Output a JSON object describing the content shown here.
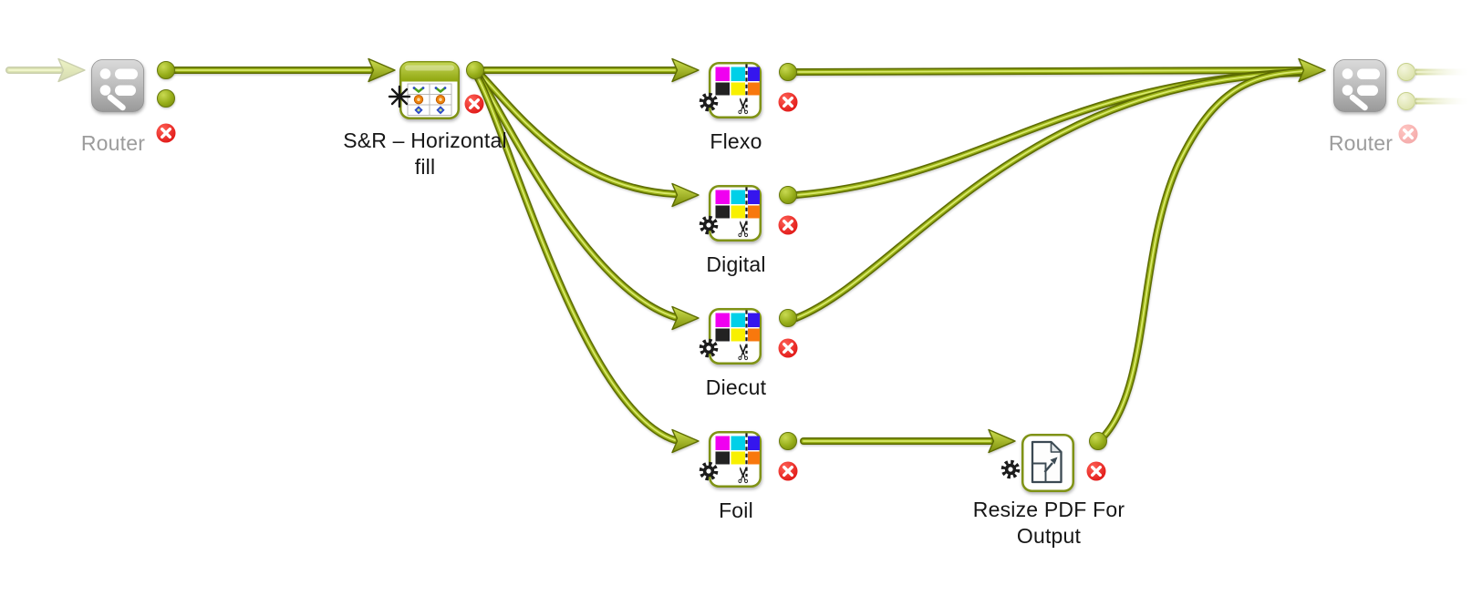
{
  "app": {
    "view": "workflow-editor-canvas"
  },
  "nodes": [
    {
      "id": "router-left",
      "type": "router",
      "label": "Router",
      "state": "error",
      "out_ports": 2
    },
    {
      "id": "sr-fill",
      "type": "step-and-repeat",
      "label": "S&R – Horizontal fill",
      "state": "error",
      "out_ports": 1
    },
    {
      "id": "flexo",
      "type": "separation-cut",
      "label": "Flexo",
      "state": "error",
      "out_ports": 1
    },
    {
      "id": "digital",
      "type": "separation-cut",
      "label": "Digital",
      "state": "error",
      "out_ports": 1
    },
    {
      "id": "diecut",
      "type": "separation-cut",
      "label": "Diecut",
      "state": "error",
      "out_ports": 1
    },
    {
      "id": "foil",
      "type": "separation-cut",
      "label": "Foil",
      "state": "error",
      "out_ports": 1
    },
    {
      "id": "resize-pdf",
      "type": "resize-pdf",
      "label": "Resize PDF For Output",
      "state": "error",
      "out_ports": 1
    },
    {
      "id": "router-right",
      "type": "router",
      "label": "Router",
      "state": "error-dimmed",
      "out_ports": 2
    }
  ],
  "edges": [
    {
      "from": "external",
      "to": "router-left",
      "style": "faded"
    },
    {
      "from": "router-left",
      "to": "sr-fill",
      "style": "normal"
    },
    {
      "from": "sr-fill",
      "to": "flexo",
      "style": "normal"
    },
    {
      "from": "sr-fill",
      "to": "digital",
      "style": "normal"
    },
    {
      "from": "sr-fill",
      "to": "diecut",
      "style": "normal"
    },
    {
      "from": "sr-fill",
      "to": "foil",
      "style": "normal"
    },
    {
      "from": "flexo",
      "to": "router-right",
      "style": "normal"
    },
    {
      "from": "digital",
      "to": "router-right",
      "style": "normal"
    },
    {
      "from": "diecut",
      "to": "router-right",
      "style": "normal"
    },
    {
      "from": "foil",
      "to": "resize-pdf",
      "style": "normal"
    },
    {
      "from": "resize-pdf",
      "to": "router-right",
      "style": "normal"
    },
    {
      "from": "router-right",
      "to": "external",
      "style": "faded"
    }
  ],
  "icons": {
    "scissors_glyph": "✂"
  },
  "colors": {
    "edge_dark": "#5d6c05",
    "edge_mid": "#9ab115",
    "edge_highlight": "#d9e96c",
    "node_border_olive": "#7f9212",
    "router_gray": "#b5b5b5",
    "error_red": "#dc0f0f",
    "label_black": "#161616",
    "label_gray": "#9c9c9c",
    "process_swatches": [
      "#f000f0",
      "#00d0e8",
      "#3418ee",
      "#222222",
      "#f8f000",
      "#f87808"
    ]
  }
}
